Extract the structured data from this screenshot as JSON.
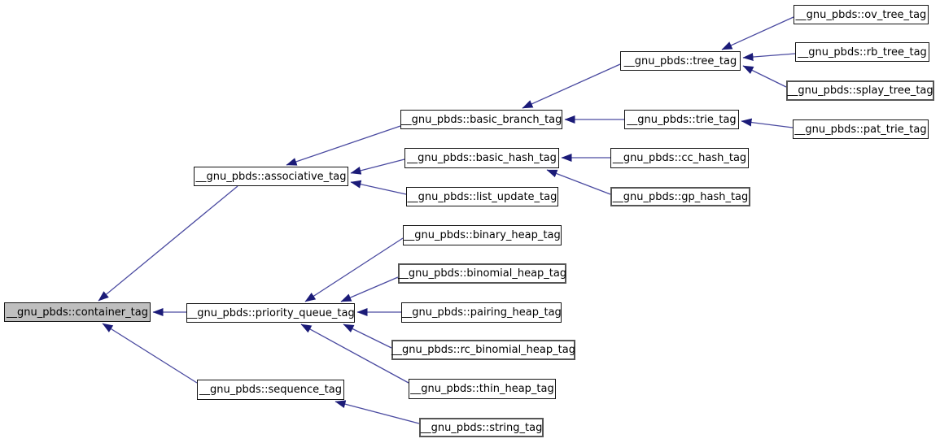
{
  "diagram": {
    "kind": "inheritance-graph",
    "description": "Doxygen inheritance diagram of __gnu_pbds container tag structs; arrows point from derived tag to base tag",
    "colors": {
      "background": "#ffffff",
      "node_fill": "#ffffff",
      "node_border": "#141414",
      "selected_node_fill": "#bfbfbf",
      "edge_line": "#4a4aa0",
      "edge_arrowhead": "#1b1b78",
      "text": "#000000"
    },
    "selected_node": "container_tag",
    "nodes": {
      "container_tag": {
        "label": "__gnu_pbds::container_tag"
      },
      "associative_tag": {
        "label": "__gnu_pbds::associative_tag"
      },
      "priority_queue_tag": {
        "label": "__gnu_pbds::priority_queue_tag"
      },
      "sequence_tag": {
        "label": "__gnu_pbds::sequence_tag"
      },
      "basic_branch_tag": {
        "label": "__gnu_pbds::basic_branch_tag"
      },
      "basic_hash_tag": {
        "label": "__gnu_pbds::basic_hash_tag"
      },
      "list_update_tag": {
        "label": "__gnu_pbds::list_update_tag"
      },
      "binary_heap_tag": {
        "label": "__gnu_pbds::binary_heap_tag"
      },
      "binomial_heap_tag": {
        "label": "__gnu_pbds::binomial_heap_tag"
      },
      "pairing_heap_tag": {
        "label": "__gnu_pbds::pairing_heap_tag"
      },
      "rc_binomial_heap_tag": {
        "label": "__gnu_pbds::rc_binomial_heap_tag"
      },
      "thin_heap_tag": {
        "label": "__gnu_pbds::thin_heap_tag"
      },
      "string_tag": {
        "label": "__gnu_pbds::string_tag"
      },
      "tree_tag": {
        "label": "__gnu_pbds::tree_tag"
      },
      "trie_tag": {
        "label": "__gnu_pbds::trie_tag"
      },
      "cc_hash_tag": {
        "label": "__gnu_pbds::cc_hash_tag"
      },
      "gp_hash_tag": {
        "label": "__gnu_pbds::gp_hash_tag"
      },
      "ov_tree_tag": {
        "label": "__gnu_pbds::ov_tree_tag"
      },
      "rb_tree_tag": {
        "label": "__gnu_pbds::rb_tree_tag"
      },
      "splay_tree_tag": {
        "label": "__gnu_pbds::splay_tree_tag"
      },
      "pat_trie_tag": {
        "label": "__gnu_pbds::pat_trie_tag"
      }
    },
    "edges": [
      {
        "from": "associative_tag",
        "to": "container_tag"
      },
      {
        "from": "priority_queue_tag",
        "to": "container_tag"
      },
      {
        "from": "sequence_tag",
        "to": "container_tag"
      },
      {
        "from": "basic_branch_tag",
        "to": "associative_tag"
      },
      {
        "from": "basic_hash_tag",
        "to": "associative_tag"
      },
      {
        "from": "list_update_tag",
        "to": "associative_tag"
      },
      {
        "from": "tree_tag",
        "to": "basic_branch_tag"
      },
      {
        "from": "trie_tag",
        "to": "basic_branch_tag"
      },
      {
        "from": "cc_hash_tag",
        "to": "basic_hash_tag"
      },
      {
        "from": "gp_hash_tag",
        "to": "basic_hash_tag"
      },
      {
        "from": "ov_tree_tag",
        "to": "tree_tag"
      },
      {
        "from": "rb_tree_tag",
        "to": "tree_tag"
      },
      {
        "from": "splay_tree_tag",
        "to": "tree_tag"
      },
      {
        "from": "pat_trie_tag",
        "to": "trie_tag"
      },
      {
        "from": "binary_heap_tag",
        "to": "priority_queue_tag"
      },
      {
        "from": "binomial_heap_tag",
        "to": "priority_queue_tag"
      },
      {
        "from": "pairing_heap_tag",
        "to": "priority_queue_tag"
      },
      {
        "from": "rc_binomial_heap_tag",
        "to": "priority_queue_tag"
      },
      {
        "from": "thin_heap_tag",
        "to": "priority_queue_tag"
      },
      {
        "from": "string_tag",
        "to": "sequence_tag"
      }
    ]
  }
}
